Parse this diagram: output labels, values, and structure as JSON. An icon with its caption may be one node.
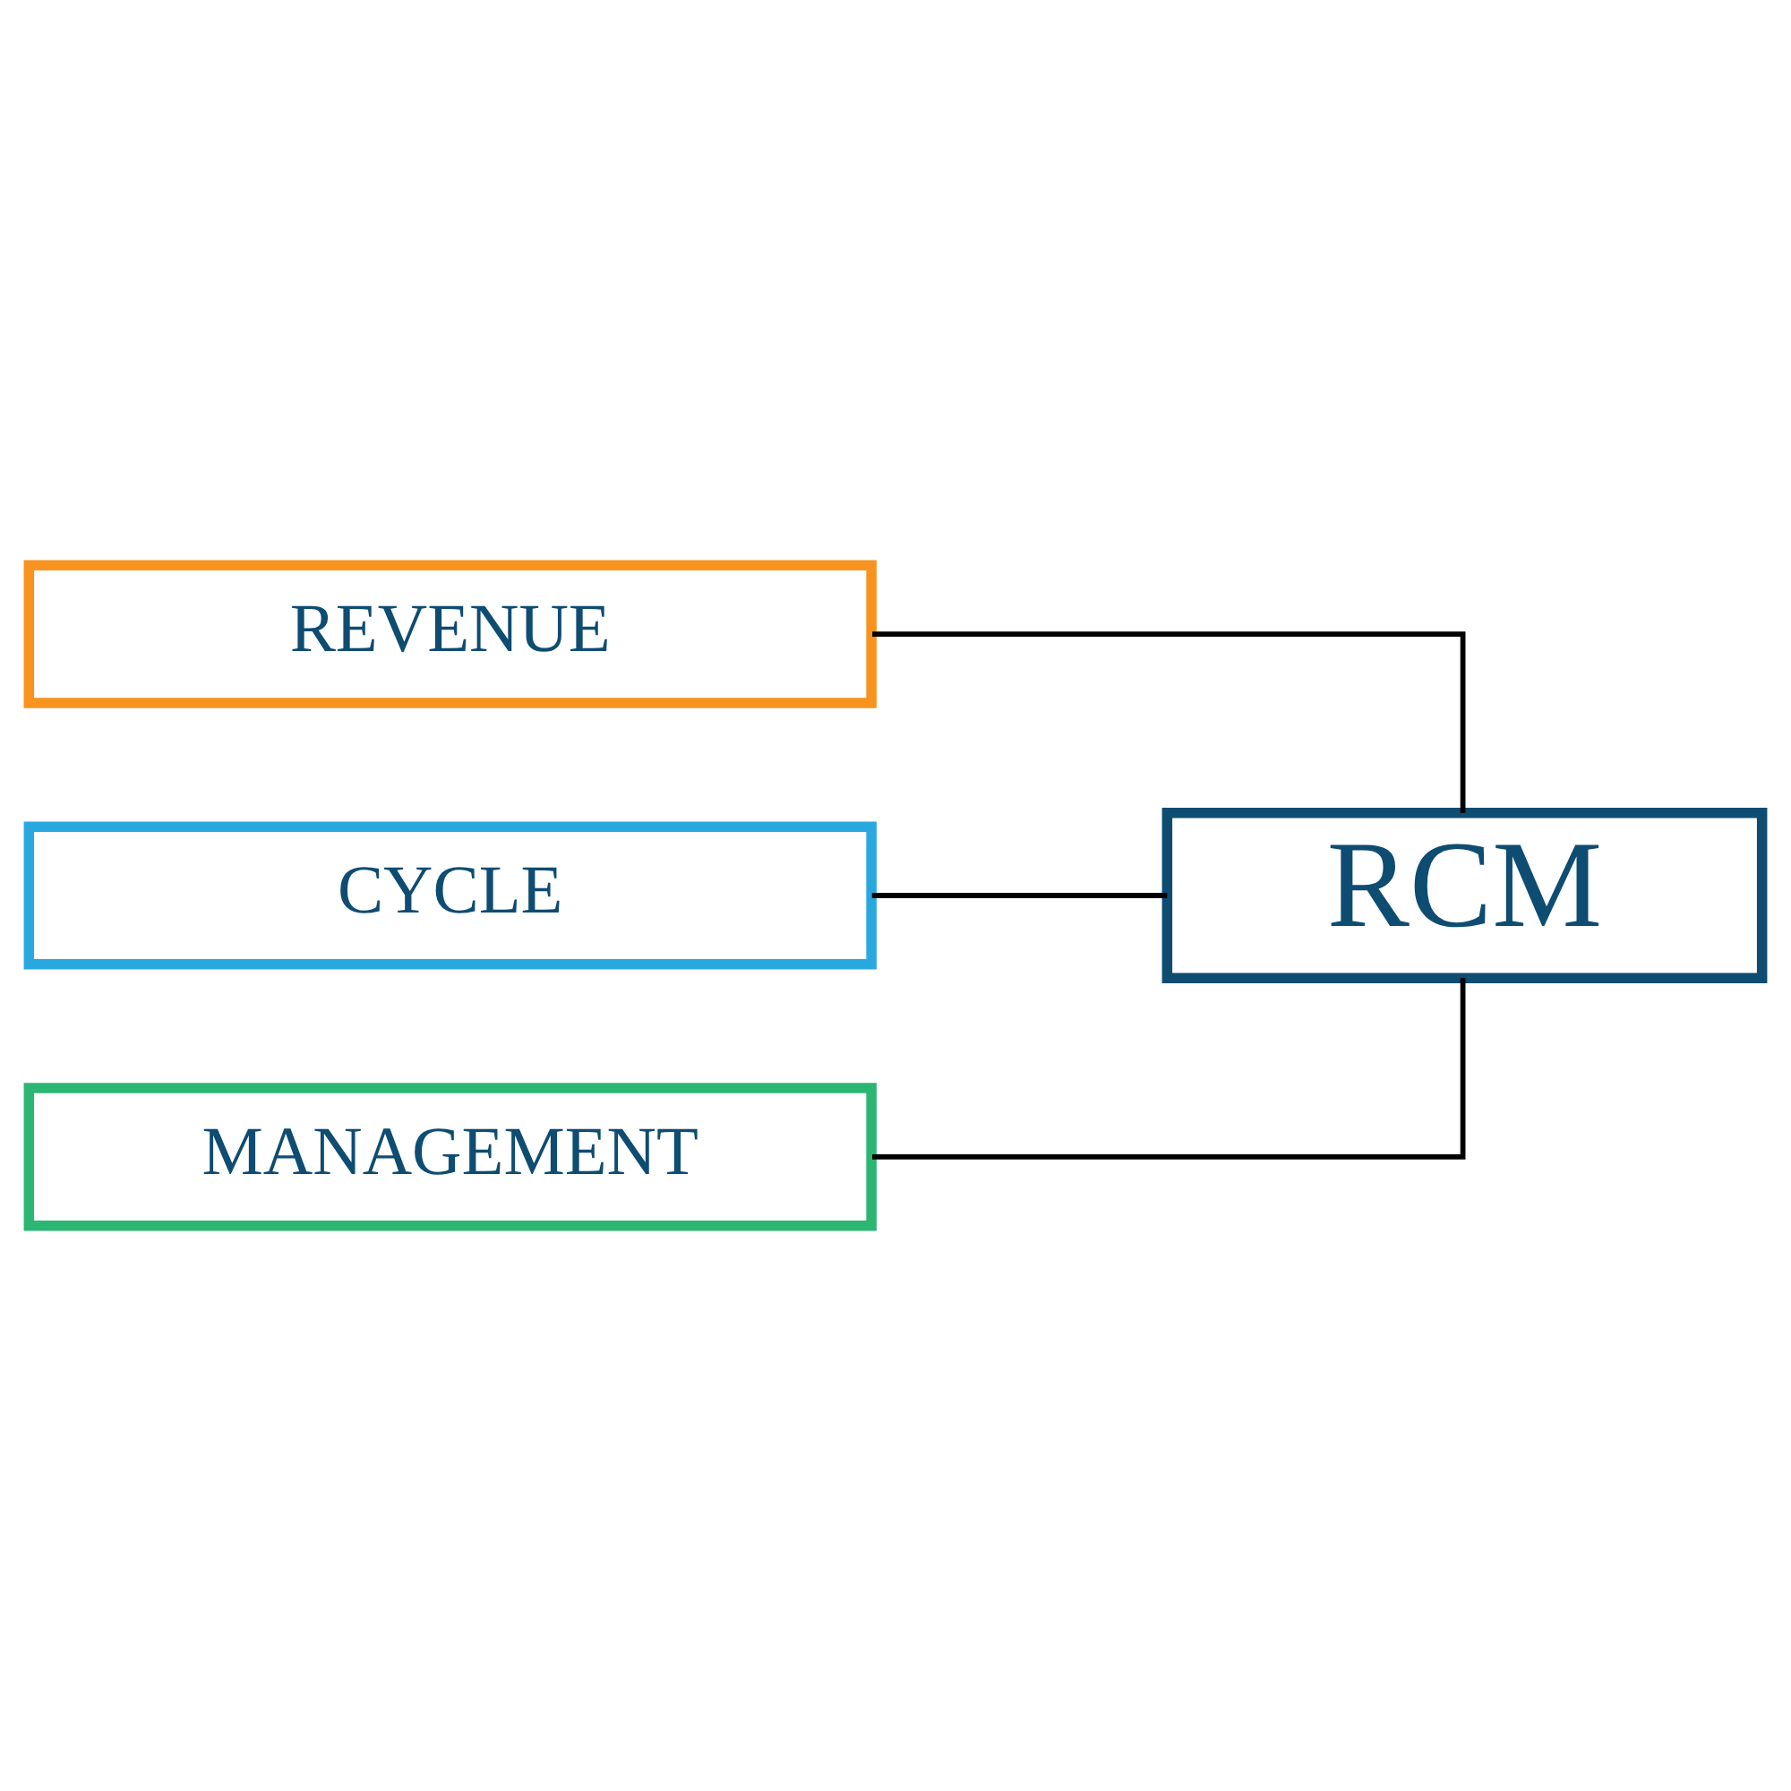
{
  "diagram": {
    "nodes": [
      {
        "text": [
          "RCM"
        ]
      },
      {
        "text": [
          "REVENUE"
        ]
      },
      {
        "text": [
          "CYCLE"
        ]
      },
      {
        "text": [
          "MANAGEMENT"
        ]
      }
    ],
    "edges": [
      {
        "from": 0,
        "to": 1,
        "arrow": "none"
      },
      {
        "from": 0,
        "to": 2,
        "arrow": "none"
      },
      {
        "from": 0,
        "to": 3,
        "arrow": "none"
      }
    ]
  }
}
